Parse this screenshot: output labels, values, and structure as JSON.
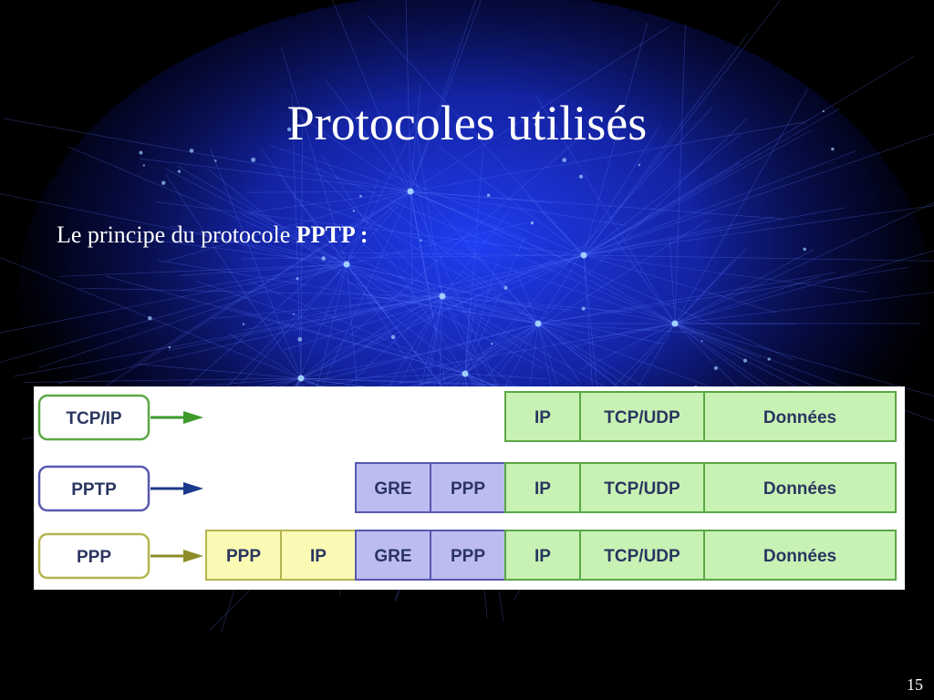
{
  "slide": {
    "title": "Protocoles utilisés",
    "bullet_text": "Le principe du protocole ",
    "bullet_bold": "PPTP :",
    "page_number": "15"
  },
  "colors": {
    "background": "#000000",
    "network_glow": "#1f3cff",
    "green_fill": "#c8f2b4",
    "green_border": "#5aa845",
    "purple_fill": "#bcbcf0",
    "purple_border": "#5858b0",
    "yellow_fill": "#fafab4",
    "yellow_border": "#b4b450",
    "label_text": "#2a3560"
  },
  "diagram": {
    "rows": [
      {
        "protocol": "TCP/IP",
        "color": "green",
        "arrow_color": "green",
        "cells": [
          {
            "label": "IP",
            "color": "green"
          },
          {
            "label": "TCP/UDP",
            "color": "green"
          },
          {
            "label": "Données",
            "color": "green"
          }
        ]
      },
      {
        "protocol": "PPTP",
        "color": "purple",
        "arrow_color": "blue",
        "cells": [
          {
            "label": "GRE",
            "color": "purple"
          },
          {
            "label": "PPP",
            "color": "purple"
          },
          {
            "label": "IP",
            "color": "green"
          },
          {
            "label": "TCP/UDP",
            "color": "green"
          },
          {
            "label": "Données",
            "color": "green"
          }
        ]
      },
      {
        "protocol": "PPP",
        "color": "yellow",
        "arrow_color": "olive",
        "cells": [
          {
            "label": "PPP",
            "color": "yellow"
          },
          {
            "label": "IP",
            "color": "yellow"
          },
          {
            "label": "GRE",
            "color": "purple"
          },
          {
            "label": "PPP",
            "color": "purple"
          },
          {
            "label": "IP",
            "color": "green"
          },
          {
            "label": "TCP/UDP",
            "color": "green"
          },
          {
            "label": "Données",
            "color": "green"
          }
        ]
      }
    ]
  }
}
